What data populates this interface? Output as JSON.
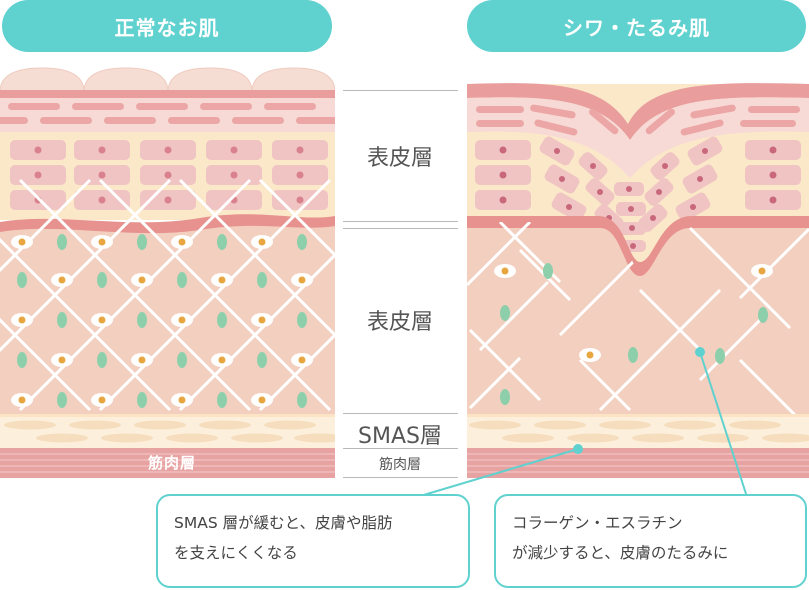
{
  "panels": {
    "normal": {
      "title": "正常なお肌",
      "muscle_label": "筋肉層"
    },
    "wrinkle": {
      "title": "シワ・たるみ肌"
    }
  },
  "center_labels": {
    "epidermis": "表皮層",
    "dermis": "表皮層",
    "smas": "SMAS層",
    "muscle": "筋肉層"
  },
  "callouts": {
    "smas": {
      "line1": "SMAS 層が緩むと、皮膚や脂肪",
      "line2": "を支えにくくなる"
    },
    "collagen": {
      "line1": "コラーゲン・エスラチン",
      "line2": "が減少すると、皮膚のたるみに"
    }
  },
  "colors": {
    "accent": "#5fd1cf",
    "dermis": "#f3cfc0",
    "epidermis_band": "#fbe8c9",
    "cell": "#f0c5c3",
    "muscle": "#e7a2a2",
    "fiber_node": "#8ccfaa",
    "fibroblast": "#e8a640"
  }
}
